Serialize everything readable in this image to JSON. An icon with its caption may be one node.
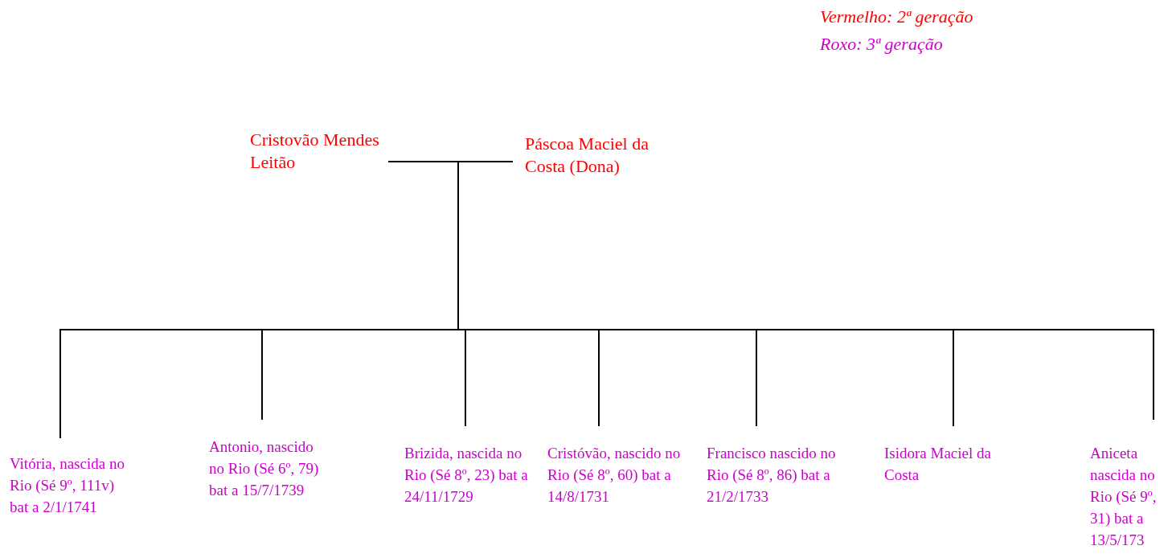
{
  "diagram": {
    "nodes": [
      {
        "text": [
          "Cristovão Mendes Leitão"
        ]
      },
      {
        "text": [
          "Páscoa Maciel da Costa (Dona)"
        ]
      },
      {
        "text": [],
        "shape": "bar"
      },
      {
        "text": [
          "Vitória, nascida no Rio (Sé 9º, 111v) bat a 2/1/1741"
        ]
      },
      {
        "text": [
          "Antonio, nascido no Rio (Sé 6º, 79) bat a 15/7/1739"
        ]
      },
      {
        "text": [
          "Brizida, nascida no Rio (Sé 8º, 23) bat a 24/11/1729"
        ]
      },
      {
        "text": [
          "Cristóvão, nascido no Rio (Sé 8º, 60) bat a 14/8/1731"
        ]
      },
      {
        "text": [
          "Francisco nascido no Rio (Sé 8º, 86) bat a 21/2/1733"
        ]
      },
      {
        "text": [
          "Isidora Maciel da Costa"
        ]
      },
      {
        "text": [
          "Aniceta nascida no Rio (Sé 9º, 31) bat a 13/5/173"
        ]
      }
    ],
    "edges": [
      {
        "from": 0,
        "to": 2,
        "arrow": "none"
      },
      {
        "from": 2,
        "to": 1,
        "arrow": "none"
      },
      {
        "from": 2,
        "to": 3,
        "arrow": "none"
      },
      {
        "from": 2,
        "to": 4,
        "arrow": "none"
      },
      {
        "from": 2,
        "to": 5,
        "arrow": "none"
      },
      {
        "from": 2,
        "to": 6,
        "arrow": "none"
      },
      {
        "from": 2,
        "to": 7,
        "arrow": "none"
      },
      {
        "from": 2,
        "to": 8,
        "arrow": "none"
      },
      {
        "from": 2,
        "to": 9,
        "arrow": "none"
      }
    ],
    "legend": [
      {
        "text": "Vermelho: 2ª geração",
        "color": "#ff0000"
      },
      {
        "text": "Roxo: 3ª geração",
        "color": "#cc00cc"
      }
    ]
  }
}
